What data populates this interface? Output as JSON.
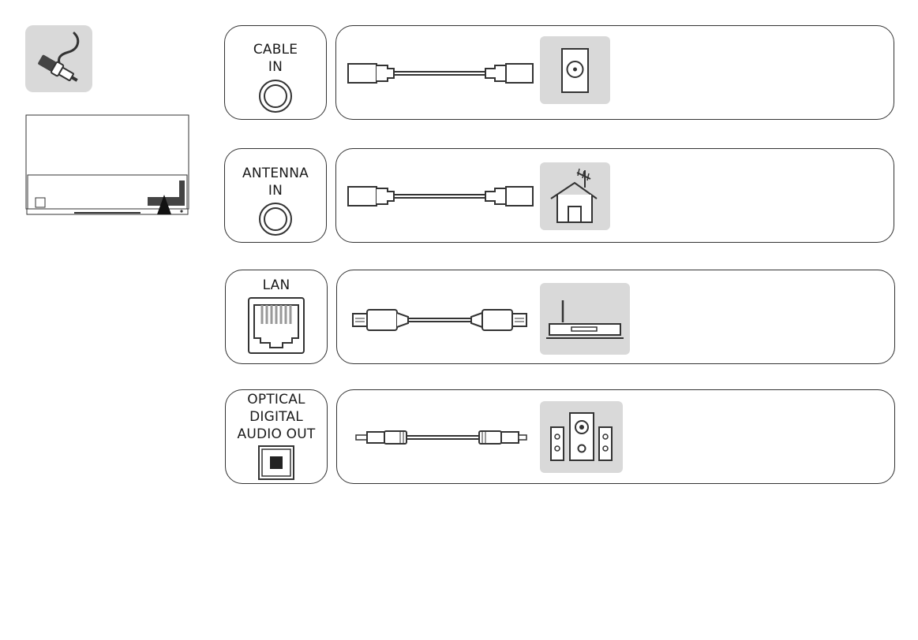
{
  "icons": {
    "cable_plug": "cable-plug-icon",
    "tv_rear": "tv-rear-view-icon",
    "wall_outlet": "wall-outlet-icon",
    "house_antenna": "house-antenna-icon",
    "router": "router-icon",
    "speakers": "speaker-system-icon"
  },
  "colors": {
    "tile": "#d9d9d9",
    "line": "#333333",
    "indicator": "#222222"
  },
  "ports": [
    {
      "id": "cable",
      "line1": "CABLE",
      "line2": "IN",
      "line3": ""
    },
    {
      "id": "antenna",
      "line1": "ANTENNA",
      "line2": "IN",
      "line3": ""
    },
    {
      "id": "lan",
      "line1": "LAN",
      "line2": "",
      "line3": ""
    },
    {
      "id": "optical",
      "line1": "OPTICAL",
      "line2": "DIGITAL",
      "line3": "AUDIO OUT"
    }
  ]
}
